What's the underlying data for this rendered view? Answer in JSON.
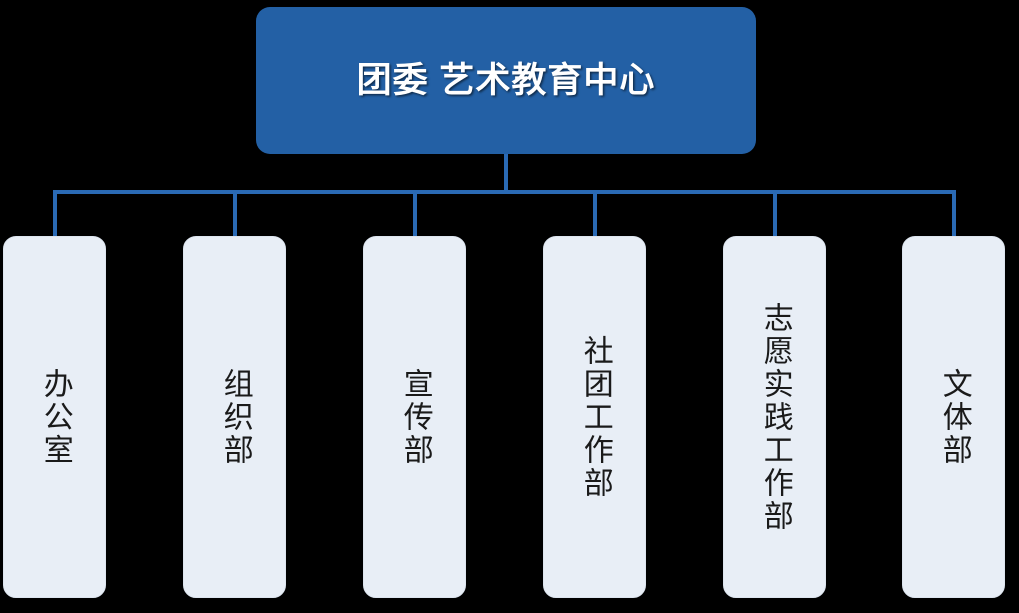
{
  "diagram": {
    "type": "organization-chart",
    "background_color": "#000000",
    "root": {
      "label": "团委 艺术教育中心",
      "fill_color": "#2360a5",
      "text_color": "#ffffff"
    },
    "connector_color": "#2a6ab5",
    "child_fill_color": "#e8eef6",
    "child_text_color": "#1a1a1a",
    "children": [
      {
        "label": "办公室"
      },
      {
        "label": "组织部"
      },
      {
        "label": "宣传部"
      },
      {
        "label": "社团工作部"
      },
      {
        "label": "志愿实践工作部"
      },
      {
        "label": "文体部"
      }
    ]
  }
}
